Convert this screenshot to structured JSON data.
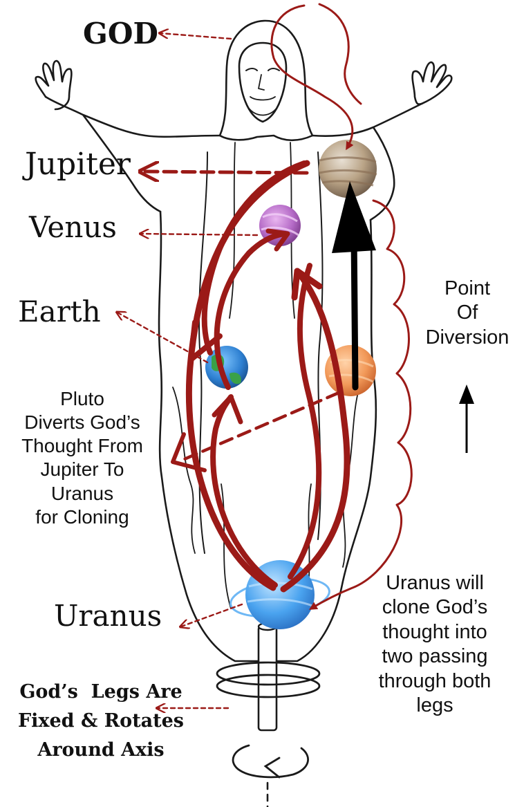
{
  "labels": {
    "god": "GOD",
    "jupiter": "Jupiter",
    "venus": "Venus",
    "earth": "Earth",
    "uranus": "Uranus",
    "point_of_diversion": [
      "Point",
      "Of",
      "Diversion"
    ],
    "pluto_note": [
      "Pluto",
      "Diverts God’s",
      "Thought From",
      "Jupiter To",
      "Uranus",
      "for Cloning"
    ],
    "uranus_note": [
      "Uranus will",
      "clone God’s",
      "thought into",
      "two passing",
      "through both",
      "legs"
    ],
    "legs_note": [
      "God’s  Legs Are",
      "Fixed & Rotates",
      "Around Axis"
    ]
  },
  "planets": {
    "jupiter": {
      "name": "Jupiter",
      "colors": [
        "#e8e0d4",
        "#b9a386",
        "#6d5a48"
      ]
    },
    "venus": {
      "name": "Venus",
      "colors": [
        "#e9b6f0",
        "#b56bc7",
        "#7a3a8a"
      ]
    },
    "earth": {
      "name": "Earth",
      "colors": [
        "#7fc6ff",
        "#2d7fd1",
        "#2f9a3e"
      ]
    },
    "pluto": {
      "name": "Pluto",
      "colors": [
        "#ffd2a8",
        "#f29a5a",
        "#c9622b"
      ]
    },
    "uranus": {
      "name": "Uranus",
      "colors": [
        "#bfe3ff",
        "#4aa3ef",
        "#2a6fc2"
      ]
    }
  },
  "colors": {
    "arrow_red": "#9b1a17",
    "ink": "#111111",
    "line_art": "#1a1a1a"
  }
}
